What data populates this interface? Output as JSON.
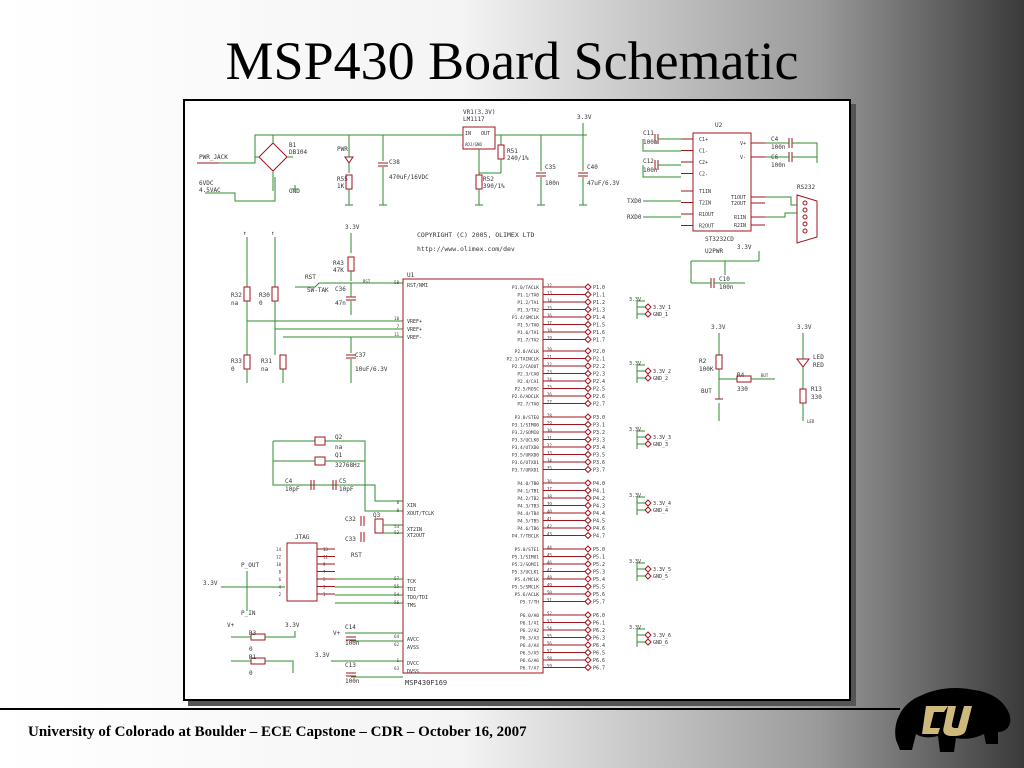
{
  "slide": {
    "title": "MSP430 Board Schematic",
    "footer": "University of Colorado at Boulder – ECE Capstone – CDR – October 16, 2007"
  },
  "colors": {
    "wire": "#2e8b2e",
    "part": "#a0141e",
    "pin": "#a0141e",
    "text": "#333333",
    "logo_gold": "#cfb87c"
  },
  "schematic": {
    "copyright": "COPYRIGHT (C) 2005, OLIMEX LTD",
    "url": "http://www.olimex.com/dev",
    "mcu_ref": "U1",
    "mcu_part": "MSP430F169",
    "vr_ref": "VR1(3.3V)",
    "vr_part": "LM1117",
    "u2_ref": "U2",
    "u2_part": "ST3232CD",
    "u2pwr": "U2PWR",
    "rs232": "RS232",
    "jtag": "JTAG",
    "pwr_jack": "PWR_JACK",
    "pwr_spec": "6VDC 4.5VAC",
    "b1": "B1",
    "b1_part": "DB104",
    "gnd": "GND",
    "vcc_33": "3.3V",
    "vplus": "V+",
    "labels": {
      "r51": "R51",
      "r51v": "240/1%",
      "r52": "R52",
      "r52v": "390/1%",
      "c35": "C35",
      "c35v": "100n",
      "c40": "C40",
      "c40v": "47uF/6.3V",
      "c38": "C38",
      "c38v": "470uF/16VDC",
      "r55": "R55",
      "r55v": "1K",
      "pwr": "PWR",
      "c11": "C11",
      "c12": "C12",
      "c4": "C4",
      "c6": "C6",
      "c10": "C10",
      "v100n": "100n",
      "txd0": "TXD0",
      "rxd0": "RXD0",
      "r43": "R43",
      "r43v": "47K",
      "rst": "RST",
      "swtak": "SW-TAK",
      "c36": "C36",
      "c36v": "47n",
      "r32": "R32",
      "r30": "R30",
      "r33": "R33",
      "r31": "R31",
      "na": "na",
      "zero": "0",
      "c37": "C37",
      "c37v": "10uF/6.3V",
      "q2": "Q2",
      "q1": "Q1",
      "q1v": "32768Hz",
      "c4x": "C4",
      "c5x": "C5",
      "v10pf": "10pF",
      "c32": "C32",
      "c33": "C33",
      "q3": "Q3",
      "p_out": "P_OUT",
      "p_in": "P_IN",
      "r3": "R3",
      "r1": "R1",
      "c14": "C14",
      "c13": "C13",
      "r2": "R2",
      "r2v": "100K",
      "r4": "R4",
      "r4v": "330",
      "but": "BUT",
      "r13": "R13",
      "r13v": "330",
      "led": "LED",
      "ledred": "RED"
    },
    "mcu_pins_left": [
      "RST/NMI",
      "VREF+",
      "VREF+",
      "VREF-",
      "XIN",
      "XOUT/TCLK",
      "XT2IN",
      "XT2OUT",
      "TCK",
      "TDI",
      "TDO/TDI",
      "TMS",
      "AVCC",
      "AVSS",
      "DVCC",
      "DVSS"
    ],
    "ports": [
      {
        "pins": [
          "P1.0/TACLK",
          "P1.1/TA0",
          "P1.2/TA1",
          "P1.3/TA2",
          "P1.4/SMCLK",
          "P1.5/TA0",
          "P1.6/TA1",
          "P1.7/TA2"
        ],
        "nets": [
          "P1.0",
          "P1.1",
          "P1.2",
          "P1.3",
          "P1.4",
          "P1.5",
          "P1.6",
          "P1.7"
        ],
        "hdr": [
          "3.3V_1",
          "GND_1"
        ]
      },
      {
        "pins": [
          "P2.0/ACLK",
          "P2.1/TAINCLK",
          "P2.2/CAOUT",
          "P2.3/CA0",
          "P2.4/CA1",
          "P2.5/ROSC",
          "P2.6/ADCLK",
          "P2.7/TA0"
        ],
        "nets": [
          "P2.0",
          "P2.1",
          "P2.2",
          "P2.3",
          "P2.4",
          "P2.5",
          "P2.6",
          "P2.7"
        ],
        "hdr": [
          "3.3V_2",
          "GND_2"
        ]
      },
      {
        "pins": [
          "P3.0/STE0",
          "P3.1/SIMO0",
          "P3.2/SOMI0",
          "P3.3/UCLK0",
          "P3.4/UTXD0",
          "P3.5/URXD0",
          "P3.6/UTXD1",
          "P3.7/URXD1"
        ],
        "nets": [
          "P3.0",
          "P3.1",
          "P3.2",
          "P3.3",
          "P3.4",
          "P3.5",
          "P3.6",
          "P3.7"
        ],
        "hdr": [
          "3.3V_3",
          "GND_3"
        ]
      },
      {
        "pins": [
          "P4.0/TB0",
          "P4.1/TB1",
          "P4.2/TB2",
          "P4.3/TB3",
          "P4.4/TB4",
          "P4.5/TB5",
          "P4.6/TB6",
          "P4.7/TBCLK"
        ],
        "nets": [
          "P4.0",
          "P4.1",
          "P4.2",
          "P4.3",
          "P4.4",
          "P4.5",
          "P4.6",
          "P4.7"
        ],
        "hdr": [
          "3.3V_4",
          "GND_4"
        ]
      },
      {
        "pins": [
          "P5.0/STE1",
          "P5.1/SIMO1",
          "P5.2/SOMI1",
          "P5.3/UCLK1",
          "P5.4/MCLK",
          "P5.5/SMCLK",
          "P5.6/ACLK",
          "P5.7/TH"
        ],
        "nets": [
          "P5.0",
          "P5.1",
          "P5.2",
          "P5.3",
          "P5.4",
          "P5.5",
          "P5.6",
          "P5.7"
        ],
        "hdr": [
          "3.3V_5",
          "GND_5"
        ]
      },
      {
        "pins": [
          "P6.0/A0",
          "P6.1/A1",
          "P6.2/A2",
          "P6.3/A3",
          "P6.4/A4",
          "P6.5/A5",
          "P6.6/A6",
          "P6.7/A7"
        ],
        "nets": [
          "P6.0",
          "P6.1",
          "P6.2",
          "P6.3",
          "P6.4",
          "P6.5",
          "P6.6",
          "P6.7"
        ],
        "hdr": [
          "3.3V_6",
          "GND_6"
        ]
      }
    ],
    "u2_pins_left": [
      "C1+",
      "C1-",
      "C2+",
      "C2-",
      "T1IN",
      "T2IN",
      "R1OUT",
      "R2OUT"
    ],
    "u2_pins_right": [
      "V+",
      "V-",
      "T1OUT",
      "T2OUT",
      "R1IN",
      "R2IN"
    ]
  }
}
